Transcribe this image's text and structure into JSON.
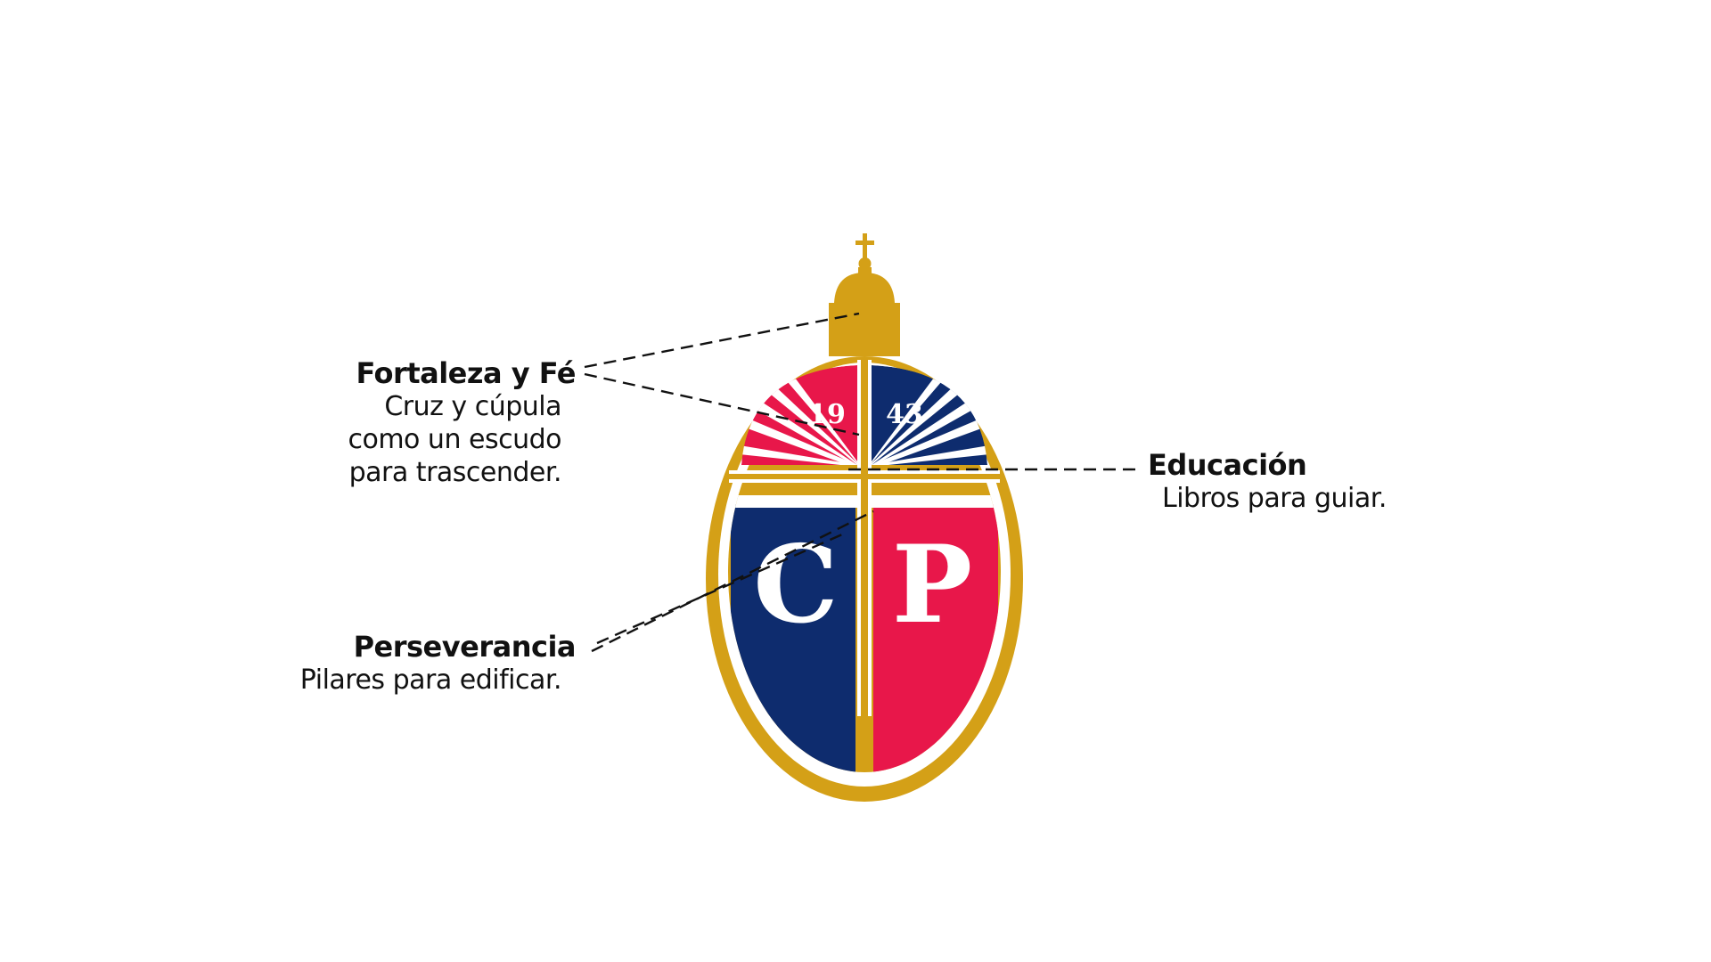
{
  "colors": {
    "gold": "#D4A017",
    "navy": "#0E2C6E",
    "crimson": "#E8174A",
    "white": "#FFFFFF",
    "text": "#111111"
  },
  "emblem": {
    "year_left": "19",
    "year_right": "43",
    "letter_left": "C",
    "letter_right": "P"
  },
  "annotations": [
    {
      "id": "fortaleza",
      "title": "Fortaleza y Fé",
      "description": "Cruz y cúpula\ncomo un escudo\npara trascender."
    },
    {
      "id": "educacion",
      "title": "Educación",
      "description": "Libros para guiar."
    },
    {
      "id": "perseverancia",
      "title": "Perseverancia",
      "description": "Pilares para edificar."
    }
  ]
}
